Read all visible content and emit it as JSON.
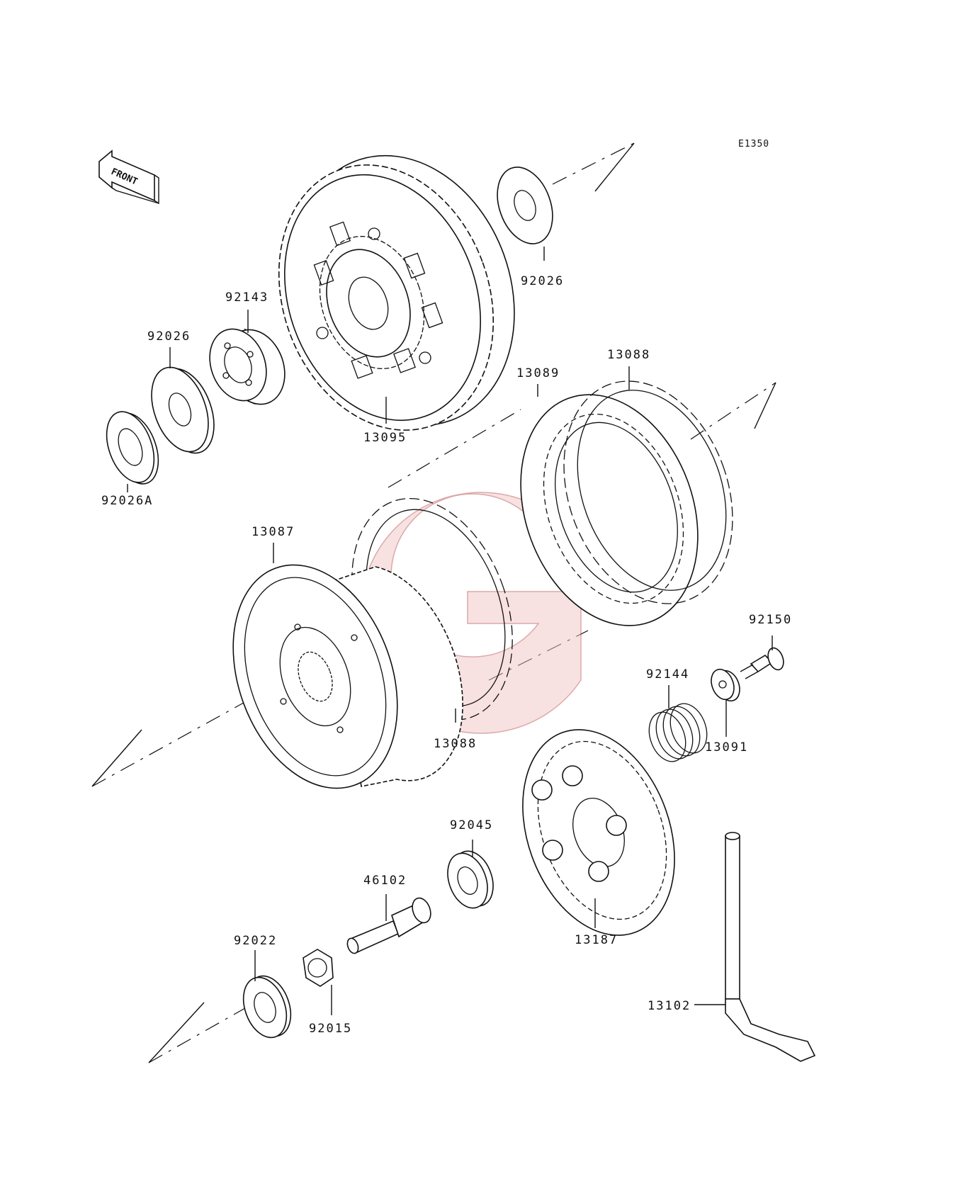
{
  "diagram": {
    "code": "E1350",
    "front_label": "FRONT",
    "watermark_color": "#e8a0a0",
    "parts": [
      {
        "id": "p-92026-top",
        "number": "92026"
      },
      {
        "id": "p-92143",
        "number": "92143"
      },
      {
        "id": "p-92026-left",
        "number": "92026"
      },
      {
        "id": "p-92026A",
        "number": "92026A"
      },
      {
        "id": "p-13095",
        "number": "13095"
      },
      {
        "id": "p-13089",
        "number": "13089"
      },
      {
        "id": "p-13088-top",
        "number": "13088"
      },
      {
        "id": "p-13087",
        "number": "13087"
      },
      {
        "id": "p-13088-bottom",
        "number": "13088"
      },
      {
        "id": "p-92150",
        "number": "92150"
      },
      {
        "id": "p-92144",
        "number": "92144"
      },
      {
        "id": "p-13091",
        "number": "13091"
      },
      {
        "id": "p-92045",
        "number": "92045"
      },
      {
        "id": "p-46102",
        "number": "46102"
      },
      {
        "id": "p-13187",
        "number": "13187"
      },
      {
        "id": "p-92022",
        "number": "92022"
      },
      {
        "id": "p-92015",
        "number": "92015"
      },
      {
        "id": "p-13102",
        "number": "13102"
      }
    ]
  }
}
